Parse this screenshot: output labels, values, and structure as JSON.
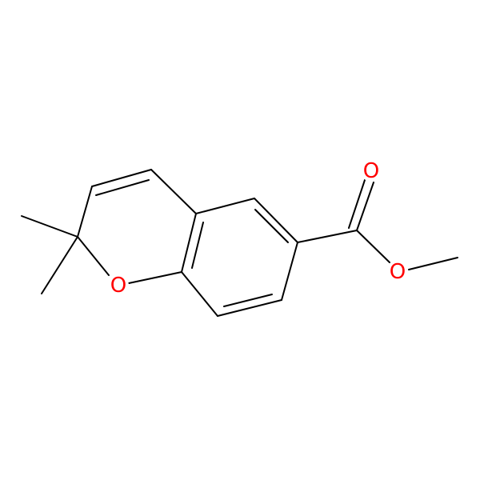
{
  "molecule": {
    "atom_labels": [
      {
        "id": "O_ring",
        "text": "O"
      },
      {
        "id": "O_carbonyl",
        "text": "O"
      },
      {
        "id": "O_ester",
        "text": "O"
      }
    ],
    "colors": {
      "bond": "#000000",
      "oxygen": "#ff0000"
    }
  }
}
